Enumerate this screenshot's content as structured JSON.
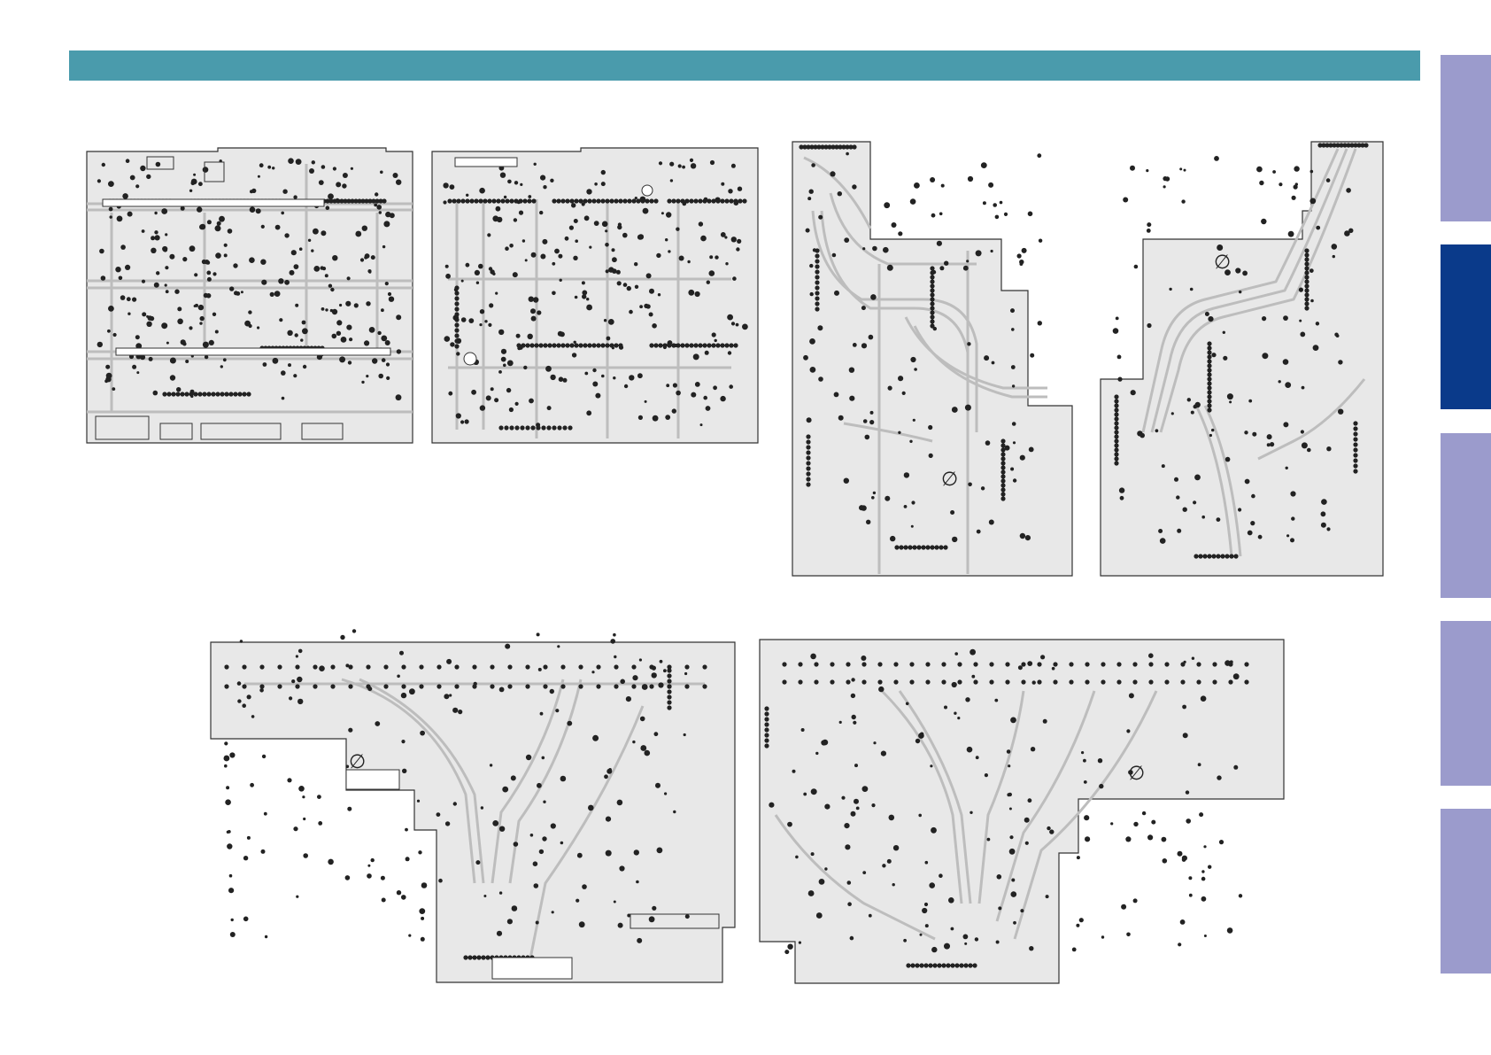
{
  "colors": {
    "header_bar": "#4a9bac",
    "side_tab": "#9b9bcc",
    "side_tab_active": "#0a3a8a",
    "board_fill": "#e8e8e8",
    "board_edge": "#333333",
    "trace": "#bdbdbd",
    "pad": "#222222"
  },
  "header": {
    "title": ""
  },
  "side_tabs": [
    {
      "id": "tab-1",
      "active": false
    },
    {
      "id": "tab-2",
      "active": true
    },
    {
      "id": "tab-3",
      "active": false
    },
    {
      "id": "tab-4",
      "active": false
    },
    {
      "id": "tab-5",
      "active": false
    }
  ],
  "boards": [
    {
      "id": "board-top-left-a",
      "mark": ""
    },
    {
      "id": "board-top-left-b",
      "mark": ""
    },
    {
      "id": "board-top-right-a",
      "mark": "∅"
    },
    {
      "id": "board-top-right-b",
      "mark": "∅"
    },
    {
      "id": "board-bottom-left",
      "mark": "∅"
    },
    {
      "id": "board-bottom-right",
      "mark": "∅"
    }
  ]
}
